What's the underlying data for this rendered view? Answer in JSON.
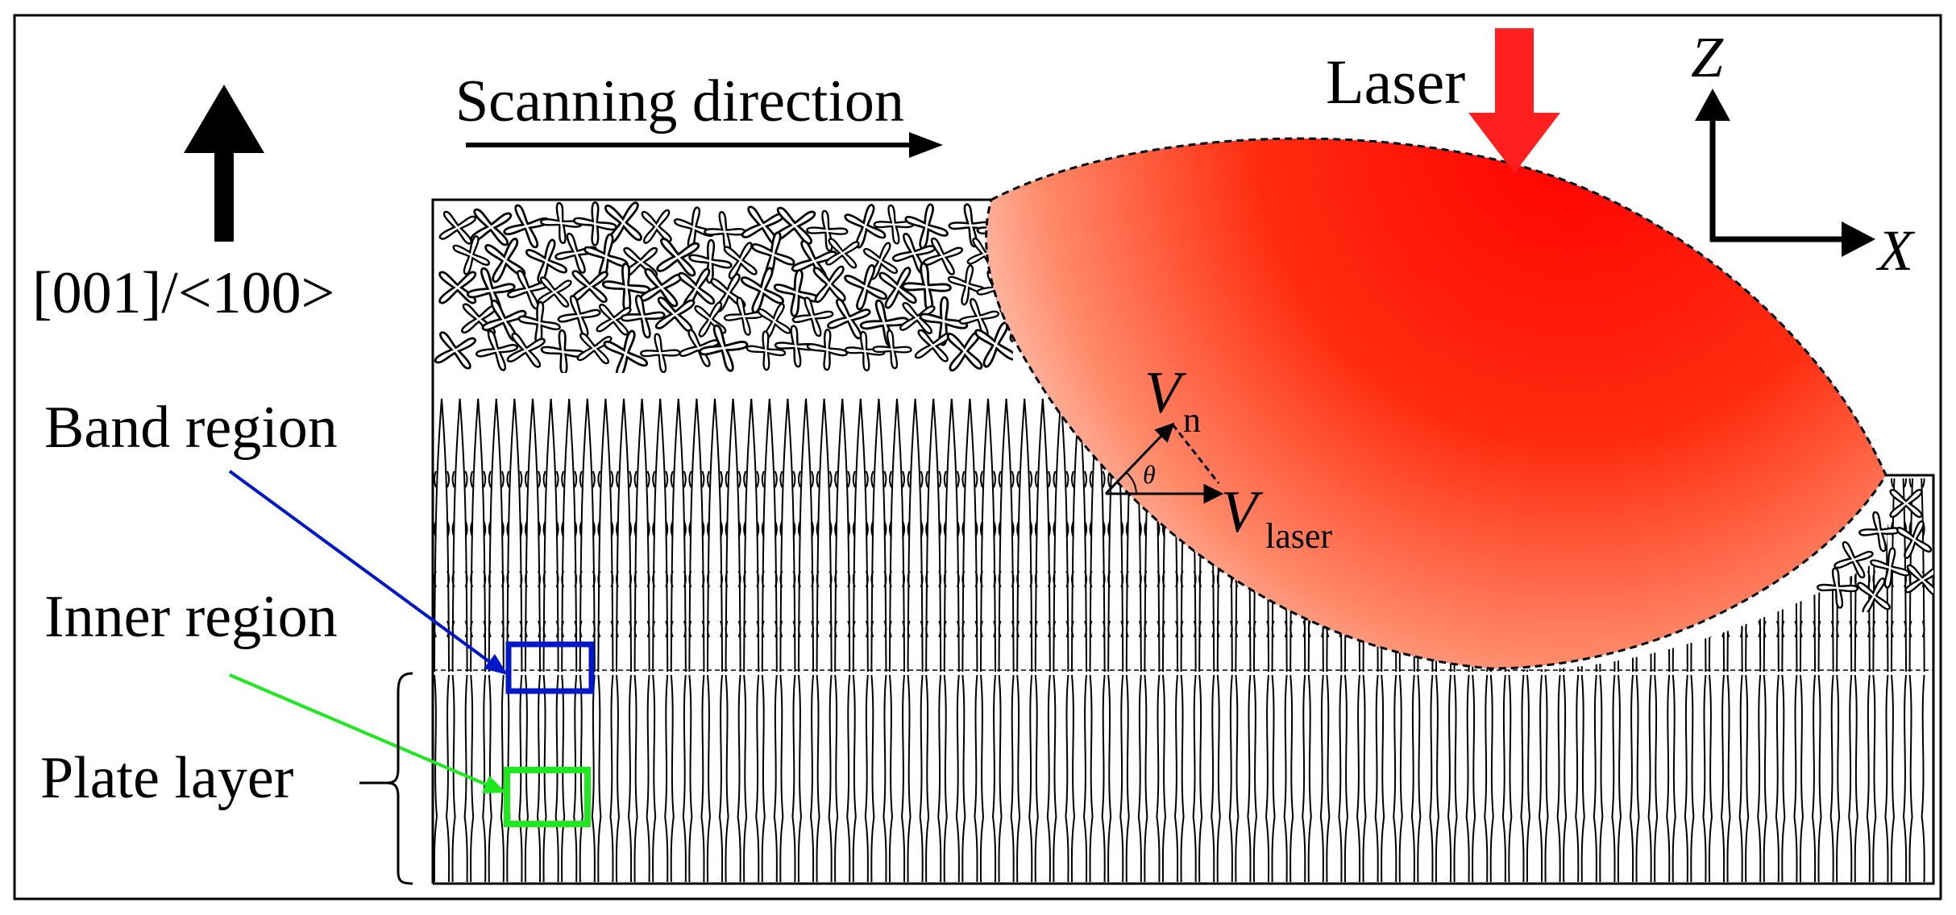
{
  "labels": {
    "scanning_direction": "Scanning direction",
    "laser": "Laser",
    "axis_z": "Z",
    "axis_x": "X",
    "orientation": "[001]/<100>",
    "band_region": "Band region",
    "inner_region": "Inner region",
    "plate_layer": "Plate layer",
    "v_n": "V",
    "v_n_sub": "n",
    "v_laser": "V",
    "v_laser_sub": "laser",
    "theta": "θ"
  },
  "colors": {
    "laser_arrow": "#ff1f1f",
    "melt_pool_core": "#ff1a00",
    "melt_pool_edge": "#fff3ee",
    "band_box": "#0018c8",
    "band_arrow": "#0018c8",
    "inner_box": "#1ee81e",
    "inner_arrow": "#1ee81e",
    "outline": "#000000"
  },
  "icons": {
    "growth_direction": "arrow-up-icon",
    "scan": "arrow-right-icon",
    "laser": "arrow-down-icon",
    "axes": "xz-axes-icon",
    "equiaxed_grain": "cross-grain-icon",
    "columnar_dendrite": "columnar-dendrite-icon"
  }
}
